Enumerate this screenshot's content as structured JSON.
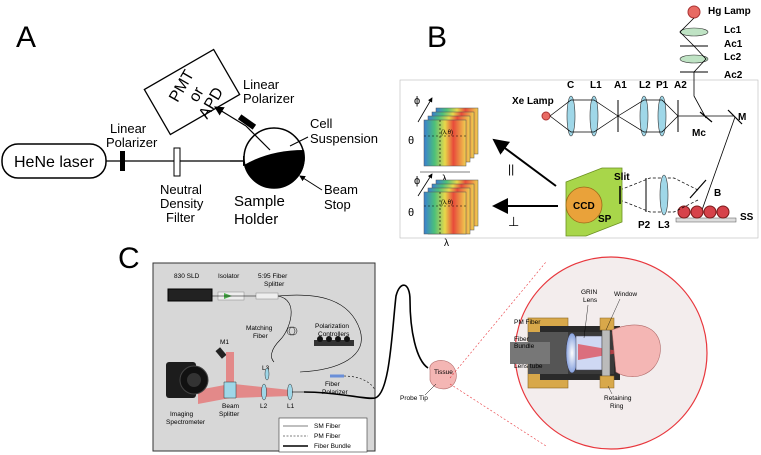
{
  "panels": {
    "A": {
      "letter": "A",
      "laser": "HeNe laser",
      "linear_polarizer_left": [
        "Linear",
        "Polarizer"
      ],
      "neutral_density_filter": [
        "Neutral",
        "Density",
        "Filter"
      ],
      "detector": [
        "PMT",
        "or",
        "APD"
      ],
      "linear_polarizer_top": [
        "Linear",
        "Polarizer"
      ],
      "cell_suspension": [
        "Cell",
        "Suspension"
      ],
      "sample_holder": [
        "Sample",
        "Holder"
      ],
      "beam_stop": [
        "Beam",
        "Stop"
      ]
    },
    "B": {
      "letter": "B",
      "hg_lamp": "Hg Lamp",
      "lc1": "Lc1",
      "ac1": "Ac1",
      "lc2": "Lc2",
      "ac2": "Ac2",
      "xe_lamp": "Xe Lamp",
      "c": "C",
      "l1": "L1",
      "a1": "A1",
      "l2": "L2",
      "p1": "P1",
      "a2": "A2",
      "mc": "Mc",
      "m": "M",
      "slit": "Slit",
      "ccd": "CCD",
      "sp": "SP",
      "p2": "P2",
      "l3": "L3",
      "b": "B",
      "ss": "SS",
      "parallel": "||",
      "perpendicular": "⊥",
      "phi": "ϕ",
      "theta": "θ",
      "lambda": "λ",
      "point": "(λ,θ)"
    },
    "C": {
      "letter": "C",
      "sld": "830 SLD",
      "isolator": "Isolator",
      "splitter": [
        "5:95 Fiber",
        "Splitter"
      ],
      "matching_fiber": [
        "Matching",
        "Fiber"
      ],
      "polarization_controllers": [
        "Polarization",
        "Controllers"
      ],
      "m1": "M1",
      "l3": "L3",
      "l2": "L2",
      "l1": "L1",
      "fiber_polarizer": [
        "Fiber",
        "Polarizer"
      ],
      "imaging_spectrometer": [
        "Imaging",
        "Spectrometer"
      ],
      "beam_splitter": [
        "Beam",
        "Splitter"
      ],
      "tissue": "Tissue",
      "probe_tip": "Probe Tip",
      "legend": [
        "SM Fiber",
        "PM Fiber",
        "Fiber Bundle"
      ],
      "grin_lens": [
        "GRIN",
        "Lens"
      ],
      "window": "Window",
      "pm_fiber": "PM Fiber",
      "fiber_bundle": [
        "Fiber",
        "Bundle"
      ],
      "lens_tube": "Lens tube",
      "retaining_ring": [
        "Retaining",
        "Ring"
      ]
    }
  },
  "colors": {
    "line": "#000000",
    "lens_blue": "#9fd7e8",
    "hg_lamp": "#e86a63",
    "lens_green": "#bfe3c4",
    "ccd_orange": "#e9a23a",
    "sp_green": "#a8d64a",
    "laser_red": "#e0424a",
    "panel_gray": "#d7d7d7",
    "tissue_pink": "#f4b6b4",
    "zoom_circle": "#e8373d",
    "probe_gold": "#d8a84a"
  }
}
